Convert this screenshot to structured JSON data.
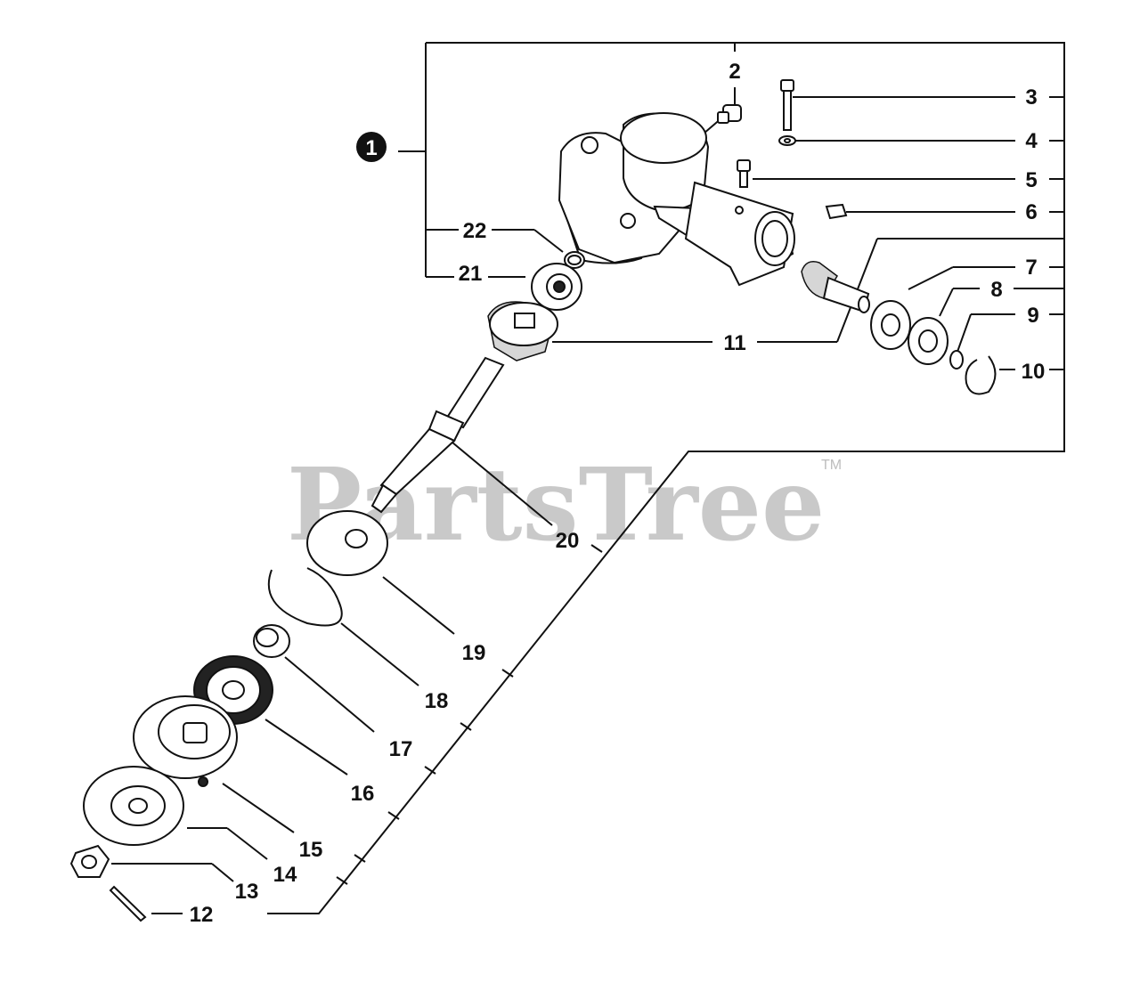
{
  "watermark": {
    "text": "PartsTree",
    "trademark": "TM"
  },
  "assembly_marker": "1",
  "callouts": [
    "2",
    "3",
    "4",
    "5",
    "6",
    "7",
    "8",
    "9",
    "10",
    "11",
    "12",
    "13",
    "14",
    "15",
    "16",
    "17",
    "18",
    "19",
    "20",
    "21",
    "22"
  ],
  "colors": {
    "ink": "#111111",
    "watermark": "#c9c9c9",
    "background": "#ffffff"
  }
}
